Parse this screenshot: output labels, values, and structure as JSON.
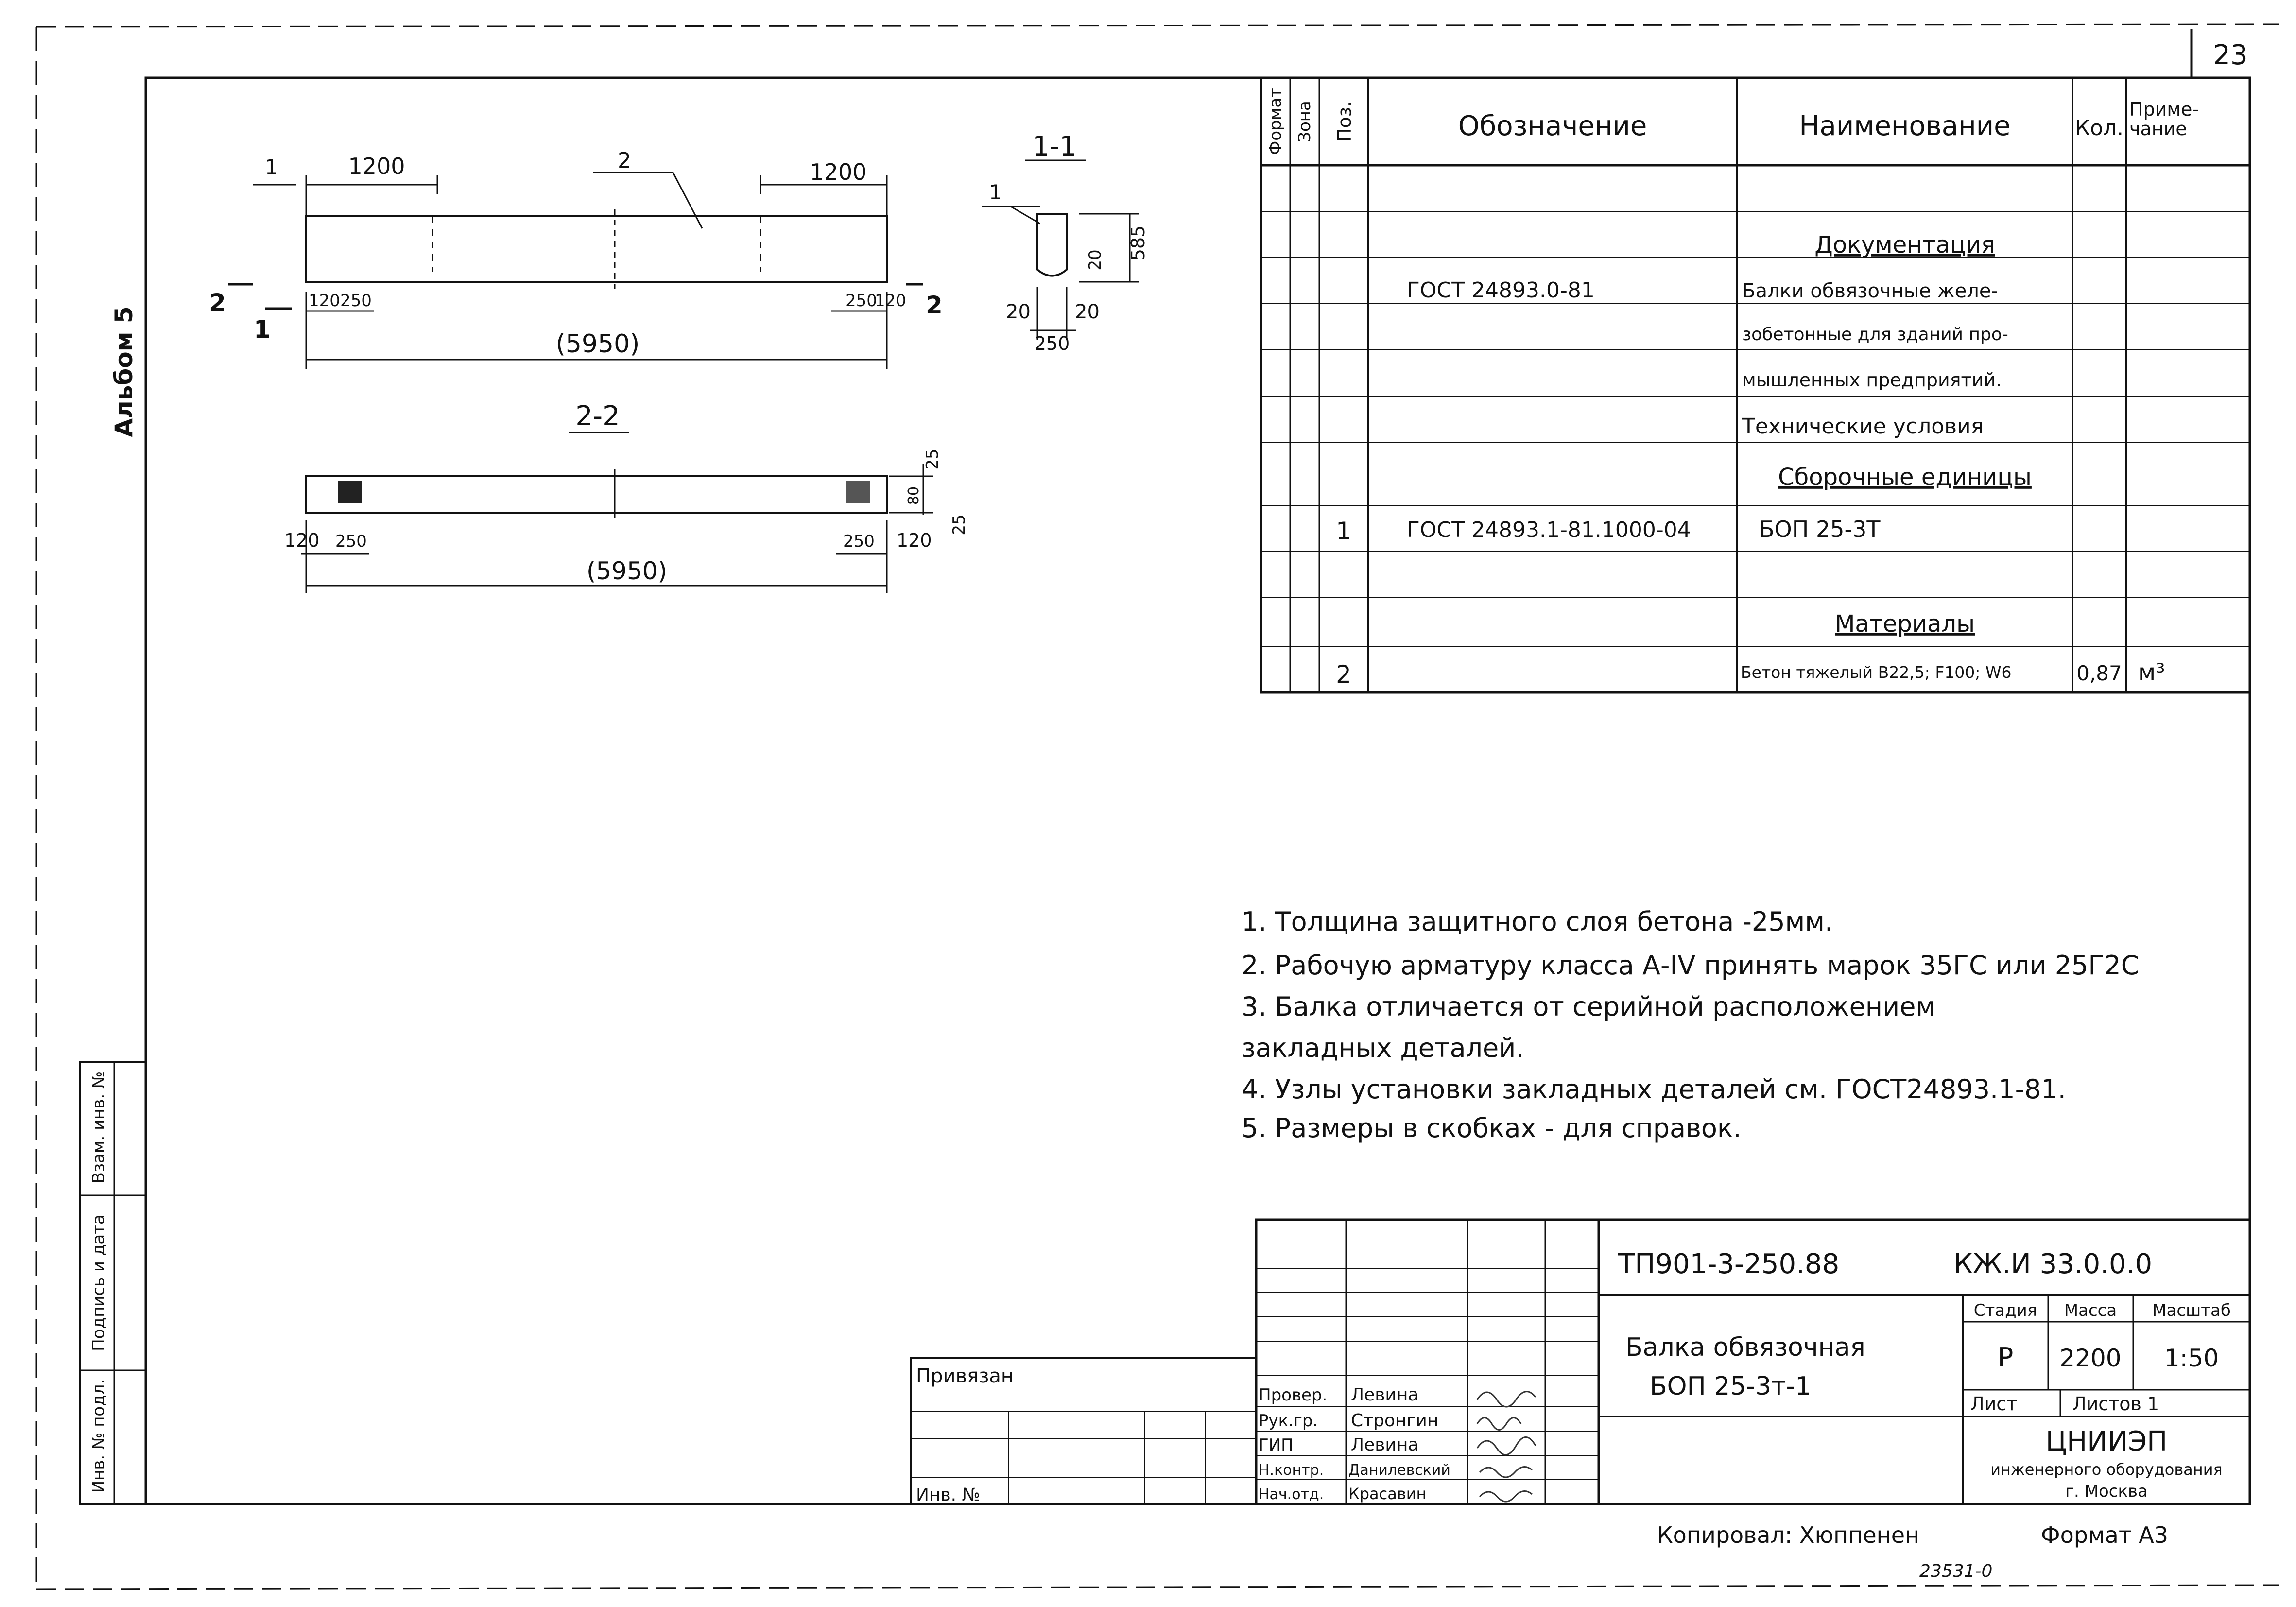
{
  "sheet_number": "23",
  "album_label": "Альбом 5",
  "left_strip": {
    "labels": [
      "Инв. № подл.",
      "Подпись и дата",
      "Взам. инв. №"
    ]
  },
  "drawing": {
    "view_top": {
      "dim_left_gap": "1",
      "dim_left": "1200",
      "pos_label": "2",
      "dim_right": "1200",
      "dim_small_a": "120",
      "dim_small_b": "250",
      "dim_small_c": "250",
      "dim_small_d": "120",
      "overall": "(5950)",
      "mark_2_left": "2",
      "mark_1_left": "1",
      "mark_2_right": "2"
    },
    "section_1_1": {
      "title": "1-1",
      "pos_label": "1",
      "dim_height": "585",
      "dim_inner": "20",
      "dim_side_left": "20",
      "dim_side_right": "20",
      "dim_width": "250"
    },
    "section_2_2": {
      "title": "2-2",
      "dim_a": "120",
      "dim_b": "250",
      "dim_c": "250",
      "dim_d": "120",
      "overall": "(5950)",
      "dim_top": "25",
      "dim_mid": "80",
      "dim_bottom": "25"
    }
  },
  "spec_table": {
    "headers": {
      "format": "Формат",
      "zone": "Зона",
      "pos": "Поз.",
      "designation": "Обозначение",
      "name": "Наименование",
      "qty": "Кол.",
      "note": "Приме-\nчание"
    },
    "rows": [
      {
        "pos": "",
        "designation": "",
        "name": "",
        "qty": "",
        "note": ""
      },
      {
        "pos": "",
        "designation": "",
        "name": "Документация",
        "qty": "",
        "note": "",
        "heading": true
      },
      {
        "pos": "",
        "designation": "ГОСТ 24893.0-81",
        "name": "Балки обвязочные желе-",
        "qty": "",
        "note": ""
      },
      {
        "pos": "",
        "designation": "",
        "name": "зобетонные для зданий про-",
        "qty": "",
        "note": ""
      },
      {
        "pos": "",
        "designation": "",
        "name": "мышленных предприятий.",
        "qty": "",
        "note": ""
      },
      {
        "pos": "",
        "designation": "",
        "name": "Технические условия",
        "qty": "",
        "note": ""
      },
      {
        "pos": "",
        "designation": "",
        "name": "Сборочные единицы",
        "qty": "",
        "note": "",
        "heading": true
      },
      {
        "pos": "1",
        "designation": "ГОСТ 24893.1-81.1000-04",
        "name": "БОП 25-3Т",
        "qty": "",
        "note": ""
      },
      {
        "pos": "",
        "designation": "",
        "name": "",
        "qty": "",
        "note": ""
      },
      {
        "pos": "",
        "designation": "",
        "name": "Материалы",
        "qty": "",
        "note": "",
        "heading": true
      },
      {
        "pos": "2",
        "designation": "",
        "name": "Бетон тяжелый В22,5; F100; W6",
        "qty": "0,87",
        "note": "м³"
      }
    ]
  },
  "notes": [
    "1. Толщина защитного слоя бетона -25мм.",
    "2. Рабочую арматуру класса А-IV принять марок 35ГС или 25Г2С",
    "3. Балка отличается от серийной расположением",
    "закладных деталей.",
    "4. Узлы установки закладных деталей см. ГОСТ24893.1-81.",
    "5. Размеры в скобках - для справок."
  ],
  "title_block": {
    "project_code": "ТП901-3-250.88",
    "drawing_code": "КЖ.И 33.0.0.0",
    "title_line1": "Балка обвязочная",
    "title_line2": "БОП 25-3т-1",
    "col_stage": "Стадия",
    "col_mass": "Масса",
    "col_scale": "Масштаб",
    "stage": "Р",
    "mass": "2200",
    "scale": "1:50",
    "sheet_label": "Лист",
    "sheets_label": "Листов 1",
    "org_name": "ЦНИИЭП",
    "org_line2": "инженерного оборудования",
    "org_line3": "г. Москва",
    "privyazan": "Привязан",
    "inv_no": "Инв. №",
    "signatures": [
      {
        "role": "Провер.",
        "name": "Левина"
      },
      {
        "role": "Рук.гр.",
        "name": "Стронгин"
      },
      {
        "role": "ГИП",
        "name": "Левина"
      },
      {
        "role": "Н.контр.",
        "name": "Данилевский"
      },
      {
        "role": "Нач.отд.",
        "name": "Красавин"
      }
    ]
  },
  "copied_by": "Копировал: Хюппенен",
  "format_label": "Формат А3",
  "bottom_number": "23531-0"
}
